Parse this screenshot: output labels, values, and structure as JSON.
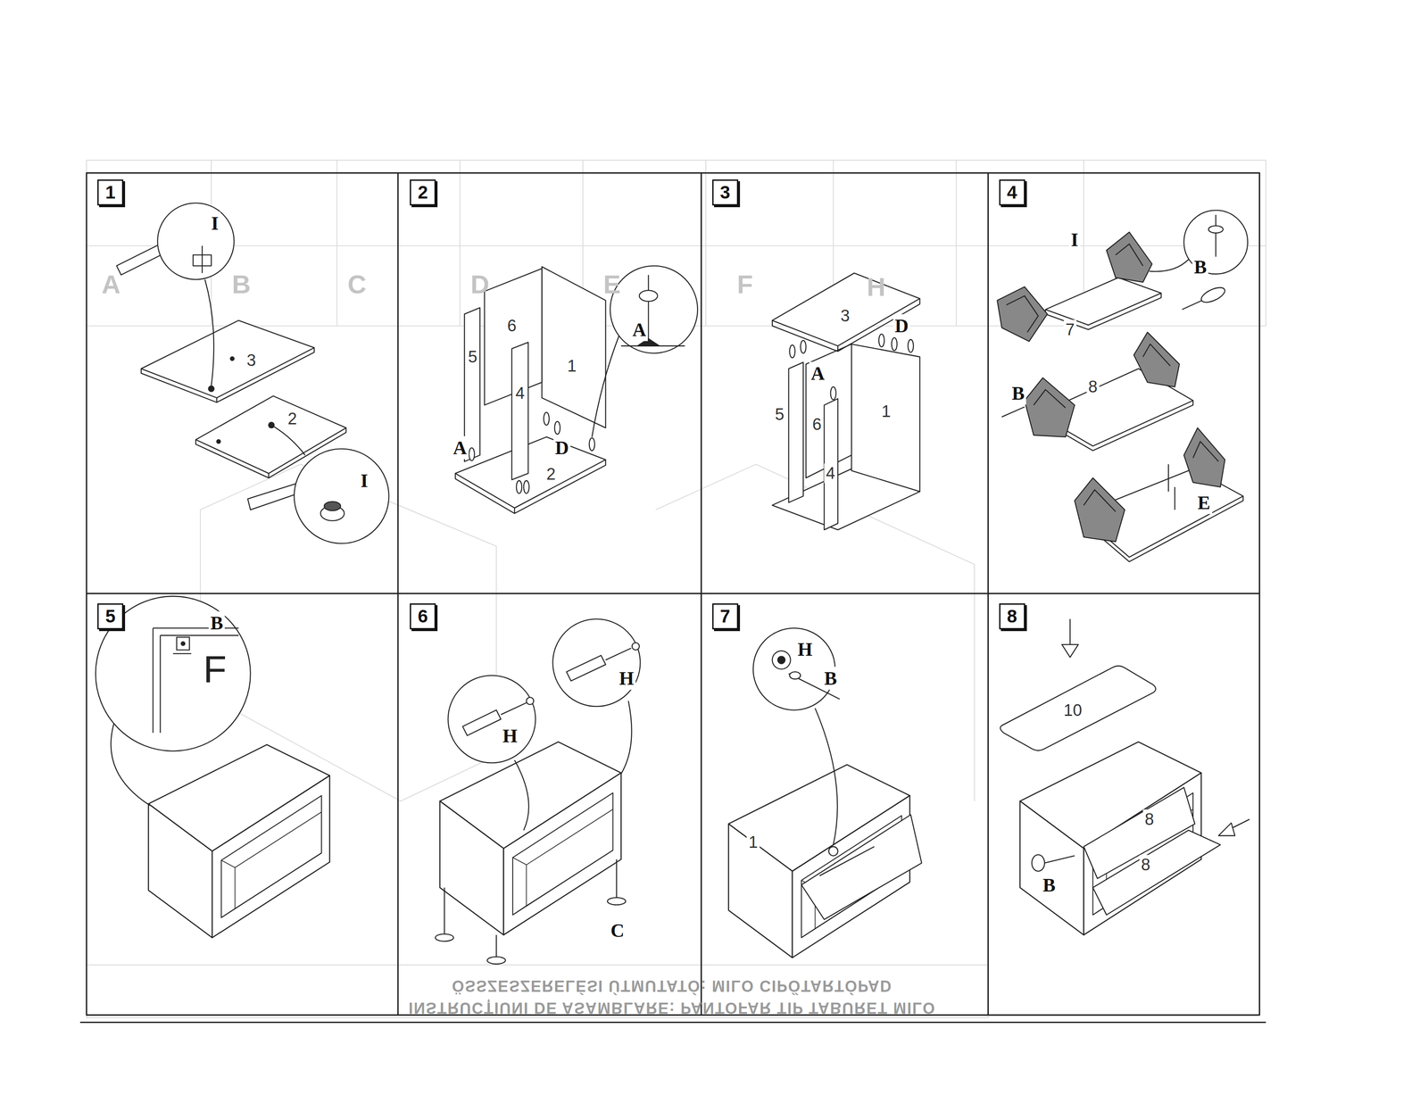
{
  "diagram": {
    "nodes": [
      {
        "text": [
          "1"
        ]
      },
      {
        "text": [
          "2"
        ]
      },
      {
        "text": [
          "3"
        ]
      },
      {
        "text": [
          "4"
        ]
      },
      {
        "text": [
          "5"
        ]
      },
      {
        "text": [
          "6"
        ]
      },
      {
        "text": [
          "7"
        ]
      },
      {
        "text": [
          "8"
        ]
      }
    ],
    "labels": [
      "I",
      "3",
      "2",
      "I",
      "6",
      "5",
      "1",
      "4",
      "A",
      "D",
      "2",
      "A",
      "3",
      "D",
      "A",
      "5",
      "6",
      "1",
      "4",
      "I",
      "B",
      "7",
      "8",
      "B",
      "E",
      "B",
      "F",
      "H",
      "H",
      "C",
      "H",
      "B",
      "1",
      "10",
      "B",
      "8",
      "8",
      "A",
      "B",
      "C",
      "D",
      "E",
      "F",
      "H",
      "ÖSSZESZERELÉSI ÚTMUTATÓ: MILO CIPŐTARTÓPAD",
      "INSTRUCȚIUNI DE ASAMBLARE: PANTOFAR TIP TABURET MILO"
    ]
  }
}
